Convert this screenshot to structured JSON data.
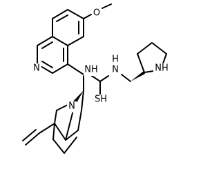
{
  "molecule": {
    "atom_labels": {
      "methoxy_oxygen": "O",
      "quinoline_nitrogen": "N",
      "thiourea_nh_left": "NH",
      "thiourea_nh_right": "N",
      "thiourea_nh_right_h": "H",
      "thione_sulfur": "SH",
      "pyrrolidine_nh": "NH",
      "quinuclidine_nitrogen": "N"
    }
  }
}
